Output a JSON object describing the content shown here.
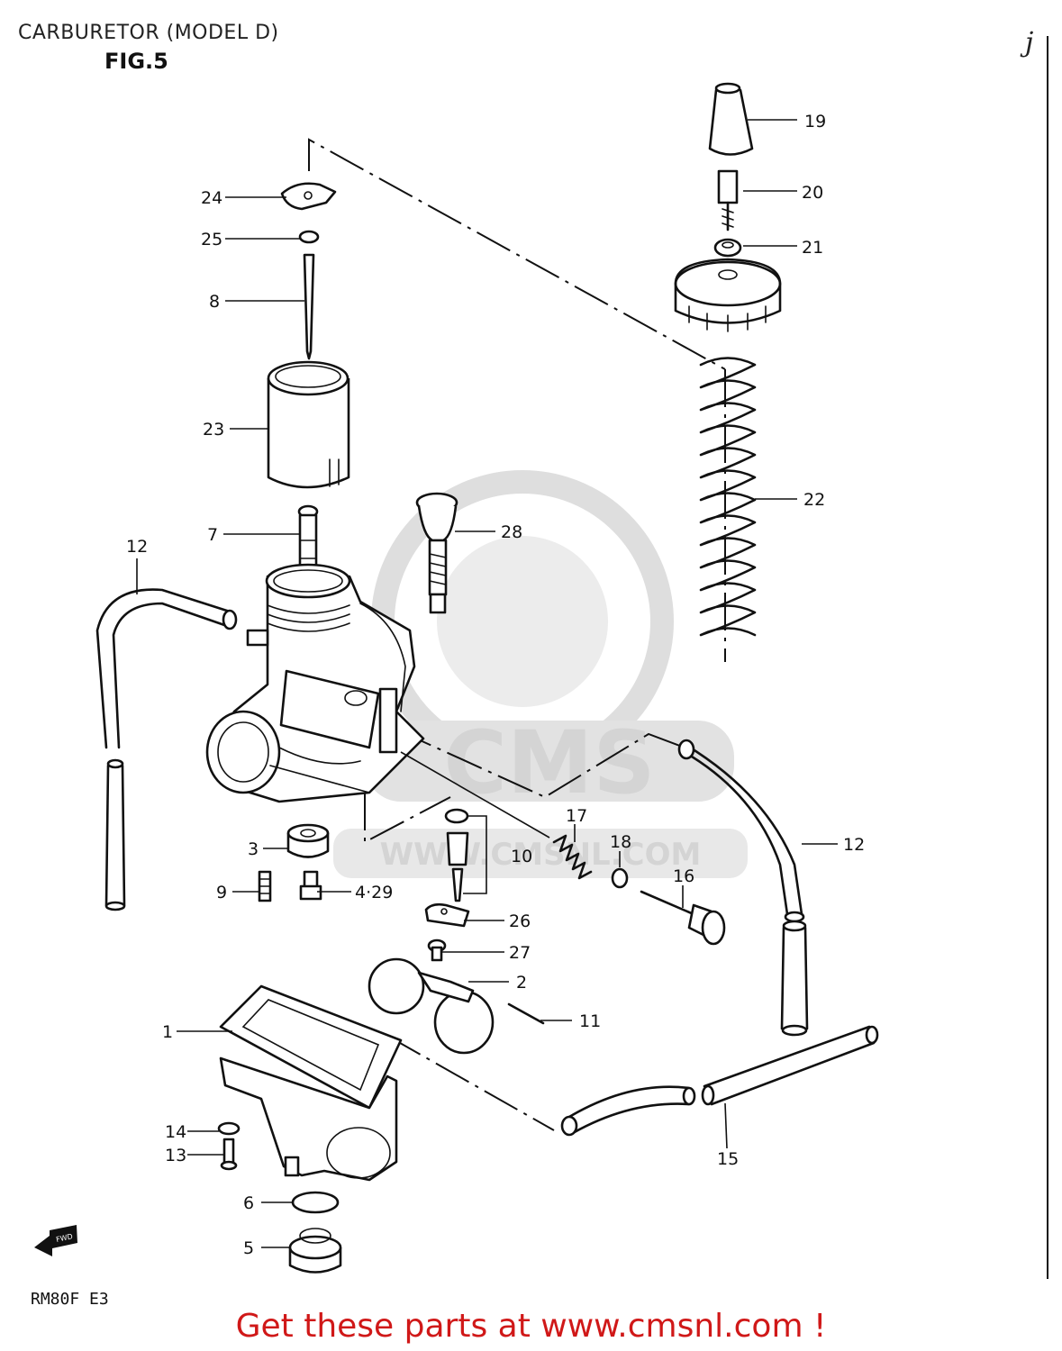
{
  "header": {
    "title": "CARBURETOR (MODEL D)",
    "figure": "FIG.5"
  },
  "corner_mark": "j",
  "model_code": "RM80F E3",
  "fwd_icon_label": "FWD",
  "watermark": {
    "brand": "CMS",
    "url": "WWW.CMSNL.COM"
  },
  "footer": {
    "link_text": "Get these parts at www.cmsnl.com !"
  },
  "part_labels": [
    "19",
    "20",
    "21",
    "24",
    "25",
    "8",
    "23",
    "22",
    "28",
    "7",
    "12",
    "12",
    "17",
    "18",
    "3",
    "10",
    "16",
    "9",
    "4·29",
    "26",
    "27",
    "2",
    "11",
    "1",
    "14",
    "13",
    "6",
    "5",
    "15"
  ]
}
